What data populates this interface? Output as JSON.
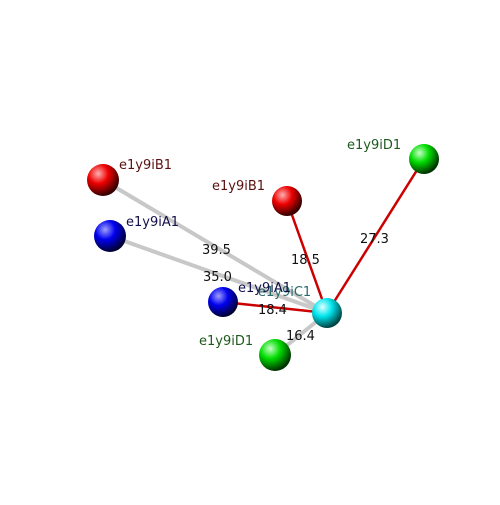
{
  "diagram": {
    "center": {
      "label": "e1y9iC1",
      "color": "#00e5ee"
    },
    "nodes": [
      {
        "id": "b1-far",
        "label": "e1y9iB1",
        "color": "#ee0000",
        "label_color": "#5a1010"
      },
      {
        "id": "a1-far",
        "label": "e1y9iA1",
        "color": "#0000ee",
        "label_color": "#10104a"
      },
      {
        "id": "b1-near",
        "label": "e1y9iB1",
        "color": "#ee0000",
        "label_color": "#5a1010"
      },
      {
        "id": "d1-top",
        "label": "e1y9iD1",
        "color": "#00dd00",
        "label_color": "#1e5a1e"
      },
      {
        "id": "a1-near",
        "label": "e1y9iA1",
        "color": "#0000ee",
        "label_color": "#10104a"
      },
      {
        "id": "d1-low",
        "label": "e1y9iD1",
        "color": "#00dd00",
        "label_color": "#1e5a1e"
      }
    ],
    "edges": [
      {
        "to": "b1-far",
        "distance": "39.5",
        "style": "gray"
      },
      {
        "to": "a1-far",
        "distance": "35.0",
        "style": "gray"
      },
      {
        "to": "b1-near",
        "distance": "18.5",
        "style": "red"
      },
      {
        "to": "d1-top",
        "distance": "27.3",
        "style": "red"
      },
      {
        "to": "a1-near",
        "distance": "18.4",
        "style": "red"
      },
      {
        "to": "d1-low",
        "distance": "16.4",
        "style": "gray"
      }
    ],
    "colors": {
      "edge_red": "#cc0000",
      "edge_gray": "#c8c8c8",
      "distance_text": "#111111"
    }
  }
}
